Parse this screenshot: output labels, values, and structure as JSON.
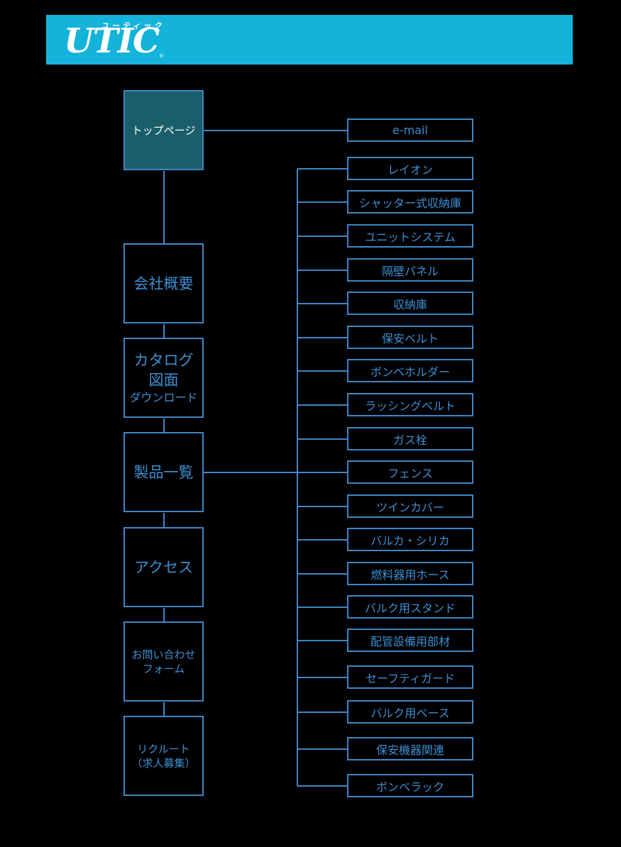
{
  "header": {
    "logo_kana": "ユーティック",
    "logo_text": "UTIC",
    "logo_mark": "®",
    "background_color": "#14b3d9"
  },
  "colors": {
    "line": "#3e86c8",
    "text": "#3e8fd4",
    "active_background": "#1a5e6a"
  },
  "nav": {
    "top": "トップページ",
    "company": "会社概要",
    "catalog": [
      "カタログ",
      "図面",
      "ダウンロード"
    ],
    "products": "製品一覧",
    "access": "アクセス",
    "contact": [
      "お問い合わせ",
      "フォーム"
    ],
    "recruit": [
      "リクルート",
      "（求人募集）"
    ]
  },
  "email": "e-mail",
  "products": [
    "レイオン",
    "シャッター式収納庫",
    "ユニットシステム",
    "隔壁パネル",
    "収納庫",
    "保安ベルト",
    "ボンベホルダー",
    "ラッシングベルト",
    "ガス栓",
    "フェンス",
    "ツインカバー",
    "バルカ・シリカ",
    "燃料器用ホース",
    "バルク用スタンド",
    "配管設備用部材",
    "セーフティガード",
    "バルク用ベース",
    "保安機器関連",
    "ボンベラック"
  ]
}
